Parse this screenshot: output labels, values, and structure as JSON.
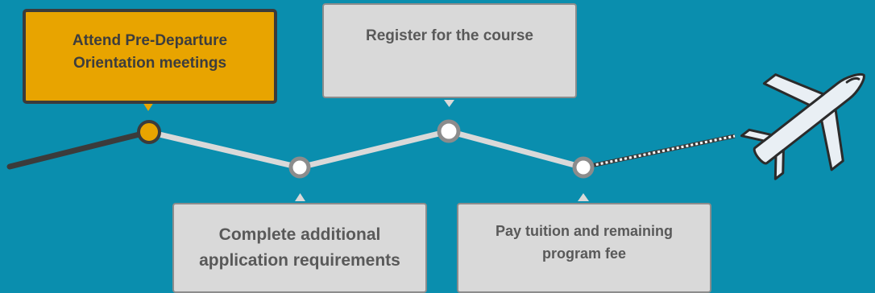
{
  "steps": [
    {
      "label": "Attend Pre-Departure Orientation meetings",
      "state": "current"
    },
    {
      "label": "Register for the course",
      "state": "upcoming"
    },
    {
      "label": "Complete additional application requirements",
      "state": "upcoming"
    },
    {
      "label": "Pay tuition and remaining program fee",
      "state": "upcoming"
    }
  ],
  "colors": {
    "background": "#0a8eae",
    "active": "#e8a400",
    "inactive": "#d9d9d9",
    "path_done": "#3b3b3b",
    "path_todo": "#d9d9d9",
    "node_border": "#8c8c8c"
  },
  "icons": {
    "plane": "airplane-icon"
  }
}
